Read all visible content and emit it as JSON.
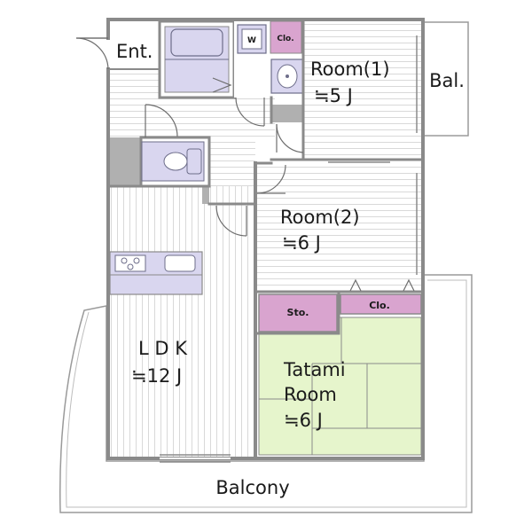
{
  "rooms": {
    "entrance": {
      "label": "Ent."
    },
    "balcony_small": {
      "label": "Bal."
    },
    "room1": {
      "label": "Room(1)",
      "size": "≒5 J"
    },
    "room2": {
      "label": "Room(2)",
      "size": "≒6 J"
    },
    "ldk": {
      "label": "L D K",
      "size": "≒12 J"
    },
    "tatami": {
      "label_line1": "Tatami",
      "label_line2": "Room",
      "size": "≒6 J"
    },
    "balcony": {
      "label": "Balcony"
    }
  },
  "storage": {
    "closet_top": "Clo.",
    "storage": "Sto.",
    "closet_mid": "Clo."
  },
  "fixtures": {
    "washer": "W"
  },
  "colors": {
    "wall": "#8a8a8a",
    "wall_fill": "#b0b0b0",
    "fixture": "#d9d6ef",
    "closet": "#d9a4cf",
    "tatami": "#e6f5cc",
    "floor_line": "#d7d7d7"
  }
}
